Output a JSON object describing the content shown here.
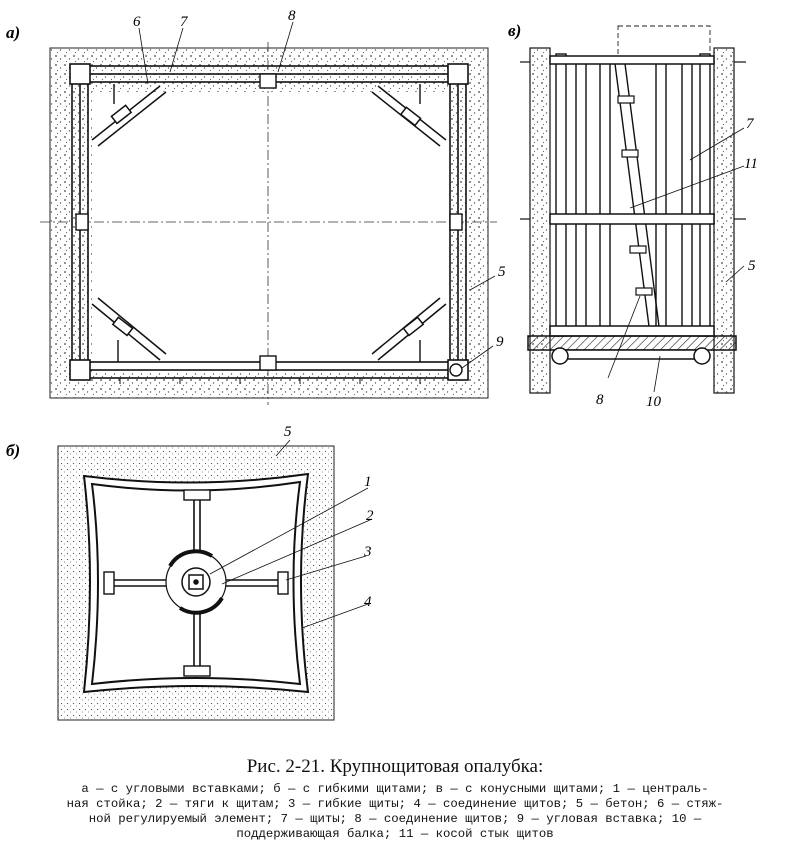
{
  "panels": {
    "a": {
      "label": "а)"
    },
    "b": {
      "label": "б)"
    },
    "v": {
      "label": "в)"
    }
  },
  "callouts": {
    "a": [
      "6",
      "7",
      "8",
      "5",
      "9"
    ],
    "v": [
      "7",
      "11",
      "5",
      "8",
      "10"
    ],
    "b": [
      "5",
      "1",
      "2",
      "3",
      "4"
    ]
  },
  "caption": {
    "title": "Рис. 2-21. Крупнощитовая опалубка:",
    "lines": [
      "а — с угловыми вставками; б — с гибкими щитами; в — с конусными щитами; 1 — централь-",
      "ная стойка; 2 — тяги к щитам; 3 — гибкие щиты; 4 — соединение щитов; 5 — бетон; 6 — стяж-",
      "ной регулируемый элемент; 7 — щиты; 8 — соединение щитов; 9 — угловая вставка; 10 —",
      "поддерживающая балка; 11 — косой стык щитов"
    ]
  },
  "colors": {
    "ink": "#111111",
    "concrete_dot": "#555555",
    "background": "#ffffff"
  }
}
